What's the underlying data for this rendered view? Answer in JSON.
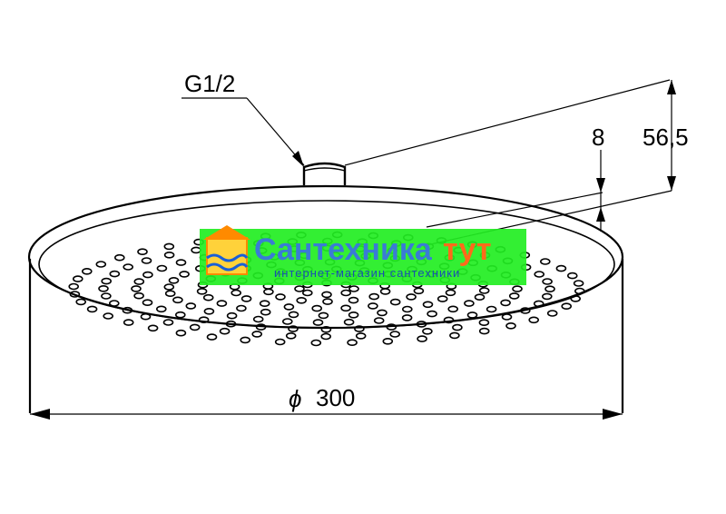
{
  "drawing": {
    "thread_label": "G1/2",
    "dim_thickness": "8",
    "dim_height": "56,5",
    "dim_diameter": "300",
    "diameter_symbol": "ϕ"
  },
  "watermark": {
    "title": "Сантехника",
    "title_accent": "тут",
    "subtitle": "интернет-магазин сантехники",
    "colors": {
      "background": "#22ee22",
      "title": "#3a7bd5",
      "accent": "#ff6a1a",
      "subtitle": "#1a4fb0"
    }
  },
  "colors": {
    "line": "#000000",
    "background": "#ffffff"
  }
}
